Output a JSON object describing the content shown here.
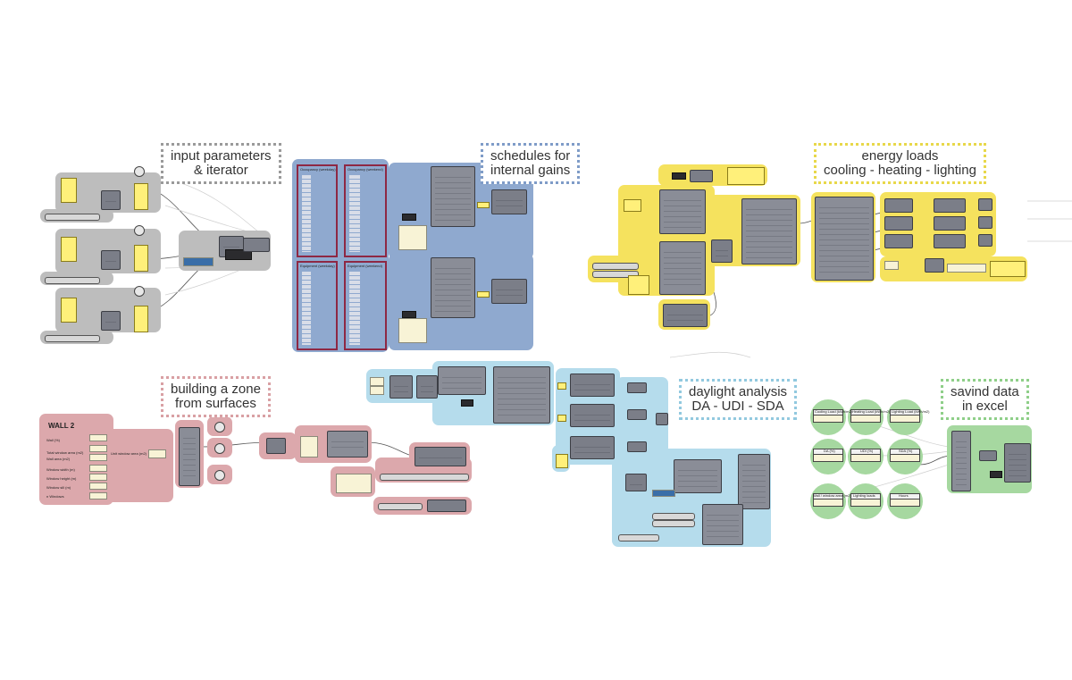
{
  "labels": {
    "input_parameters": [
      "input parameters",
      "& iterator"
    ],
    "schedules": [
      "schedules for",
      "internal gains"
    ],
    "energy_loads": [
      "energy loads",
      "cooling - heating - lighting"
    ],
    "building_zone": [
      "building a zone",
      "from surfaces"
    ],
    "daylight": [
      "daylight analysis",
      "DA - UDI - SDA"
    ],
    "saving": [
      "savind data",
      "in excel"
    ]
  },
  "schedules": {
    "occupancy_weekday": "Occupancy (weekday)",
    "occupancy_weekend": "Occupancy (weekend)",
    "equipment_weekday": "Equipment (weekday)",
    "equipment_weekend": "Equipment (weekend)"
  },
  "wall": {
    "title": "WALL 2",
    "fields": [
      "Wall (%)",
      "Total window area (m2)",
      "Wall area (m2)",
      "Window width (m)",
      "Window height (m)",
      "Window sill (m)",
      "n Windows"
    ],
    "unit_window_area": "Unit window area (m2)"
  },
  "excel": {
    "outputs": [
      "Cooling Load (kWh/m2)",
      "Heating Load (kWh/m2)",
      "Lighting Load (kWh/m2)",
      "DA (%)",
      "UDI (%)",
      "SDA (%)",
      "Wall / window area (m2)",
      "Lighting loads",
      "Hours"
    ]
  },
  "colors": {
    "input_group": "#bdbdbd",
    "schedule_group": "#8fa9cf",
    "energy_group": "#f5e25e",
    "zone_group": "#dca8ac",
    "daylight_group": "#b5dcec",
    "excel_group": "#a6d8a0"
  }
}
